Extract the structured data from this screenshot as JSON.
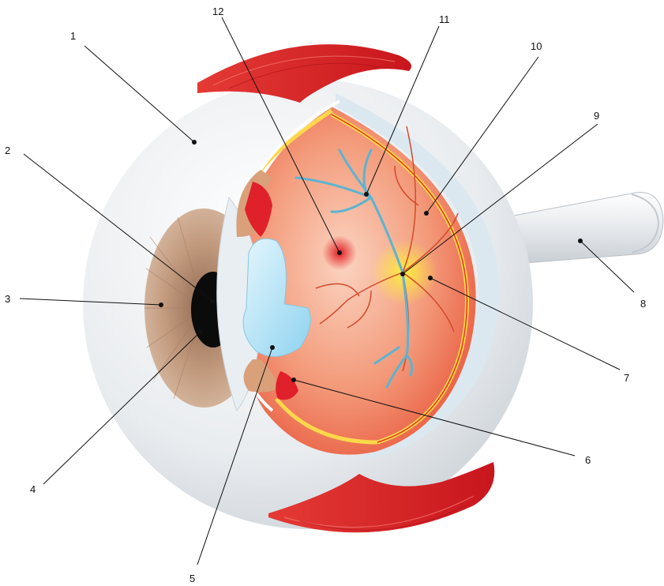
{
  "labels": {
    "l1": "1",
    "l2": "2",
    "l3": "3",
    "l4": "4",
    "l5": "5",
    "l6": "6",
    "l7": "7",
    "l8": "8",
    "l9": "9",
    "l10": "10",
    "l11": "11",
    "l12": "12"
  },
  "colors": {
    "sclera": "#eef0f2",
    "muscle": "#d9232a",
    "retina": "#f06a4a",
    "iris": "#b98f72",
    "lens": "#bfe6f7",
    "macula": "#ffe000",
    "choroid": "#ffd84a"
  }
}
